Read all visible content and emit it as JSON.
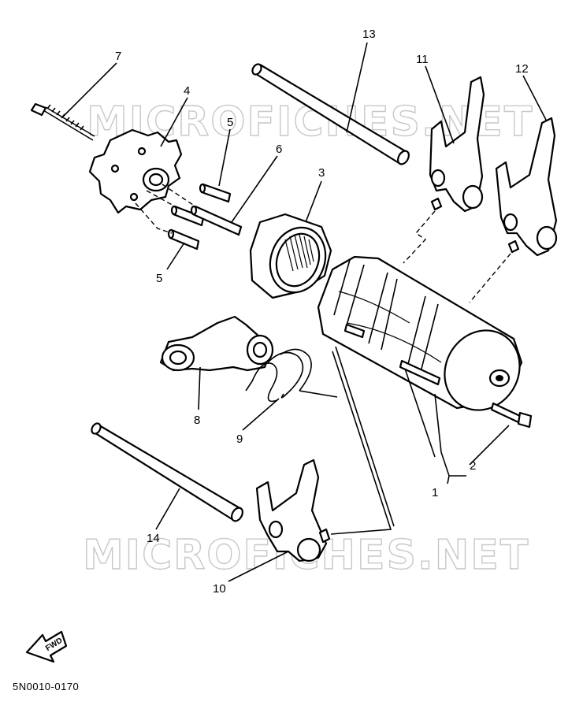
{
  "diagram": {
    "drawing_code": "5N0010-0170",
    "direction_label": "FWD",
    "watermark": "MICROFICHES.NET",
    "callouts": {
      "c1": "1",
      "c2": "2",
      "c3": "3",
      "c4": "4",
      "c5a": "5",
      "c5b": "5",
      "c6": "6",
      "c7": "7",
      "c8": "8",
      "c9": "9",
      "c10": "10",
      "c11": "11",
      "c12": "12",
      "c13": "13",
      "c14": "14"
    }
  }
}
